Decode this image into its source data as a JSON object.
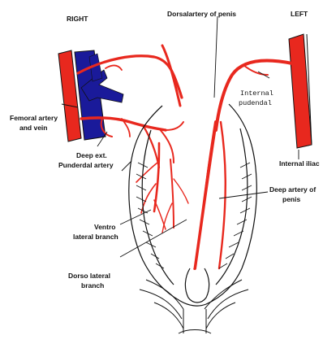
{
  "labels": {
    "right": "RIGHT",
    "left": "LEFT",
    "dorsal_artery": "Dorsalartery of penis",
    "internal_pudendal_line1": "Internal",
    "internal_pudendal_line2": "pudendal",
    "femoral_line1": "Femoral artery",
    "femoral_line2": "and vein",
    "deep_ext_line1": "Deep ext.",
    "deep_ext_line2": "Punderdal artery",
    "internal_iliac": "Internal iliac",
    "deep_artery_line1": "Deep artery of",
    "deep_artery_line2": "penis",
    "ventro_line1": "Ventro",
    "ventro_line2": "lateral branch",
    "dorso_line1": "Dorso lateral",
    "dorso_line2": "branch"
  },
  "colors": {
    "artery": "#e8281e",
    "vein": "#1a1a9a",
    "outline": "#111111"
  }
}
